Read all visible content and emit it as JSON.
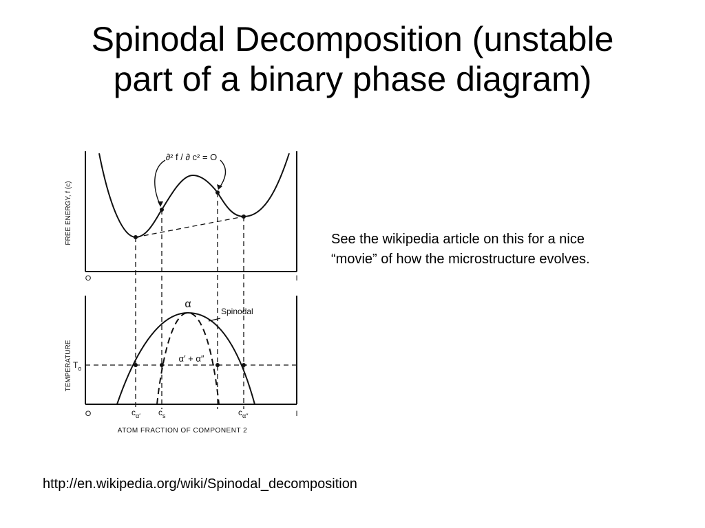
{
  "slide": {
    "title_line1": "Spinodal Decomposition (unstable",
    "title_line2": "part of a binary phase diagram)",
    "note_line1": "See the wikipedia article on this for a nice",
    "note_line2": "“movie” of how the microstructure evolves.",
    "link": "http://en.wikipedia.org/wiki/Spinodal_decomposition"
  },
  "figure": {
    "top_panel": {
      "y_label": "FREE ENERGY, f (c)",
      "condition_label": "∂² f / ∂ c² = O",
      "x_min": "O",
      "x_max": "I"
    },
    "bottom_panel": {
      "y_label": "TEMPERATURE",
      "temperature_mark_letter": "T",
      "temperature_mark_sub": "o",
      "alpha_label": "α",
      "spinodal_label": "Spinodal",
      "two_phase_label": "α′ + α″",
      "x_min": "O",
      "x_max": "I",
      "tick_c": "c",
      "tick_alpha_prime_sub": "α′",
      "tick_s_sub": "s",
      "tick_alpha_double_sub": "α″",
      "x_label": "ATOM FRACTION OF COMPONENT 2"
    }
  }
}
